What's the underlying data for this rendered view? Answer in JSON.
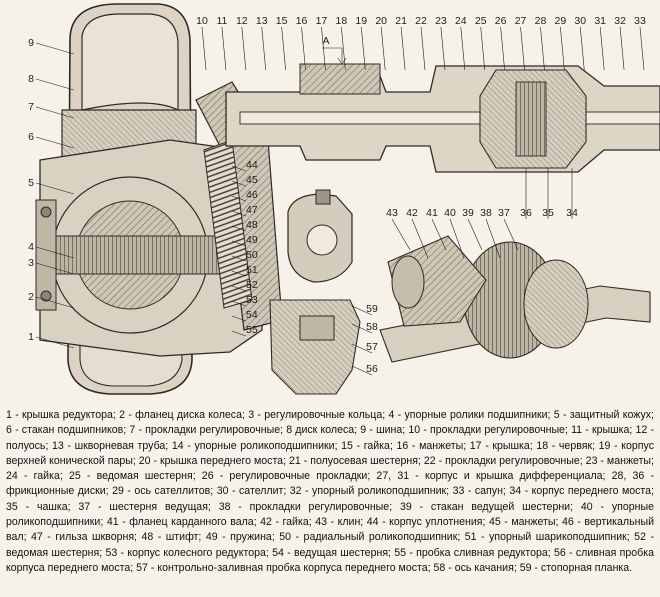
{
  "callouts": {
    "left": [
      "9",
      "8",
      "7",
      "6",
      "5",
      "4",
      "3",
      "2",
      "1"
    ],
    "top": [
      "10",
      "11",
      "12",
      "13",
      "15",
      "16",
      "17",
      "18",
      "19",
      "20",
      "21",
      "22",
      "23",
      "24",
      "25",
      "26",
      "27",
      "28",
      "29",
      "30",
      "31",
      "32",
      "33"
    ],
    "side": [
      "44",
      "45",
      "46",
      "47",
      "48",
      "49",
      "50",
      "51",
      "52",
      "53",
      "54",
      "55"
    ],
    "lower_right": [
      "36",
      "35",
      "34"
    ],
    "gear": [
      "43",
      "42",
      "41",
      "40",
      "39",
      "38",
      "37"
    ],
    "small": [
      "59",
      "58",
      "57",
      "56"
    ],
    "section_mark": "A"
  },
  "legend": "1 - крышка редуктора; 2 - фланец диска колеса; 3 - регулировочные кольца; 4 - упорные ролики подшипники; 5 - защитный кожух; 6 - стакан подшипников; 7 - прокладки регулировочные; 8 диск колеса; 9 - шина; 10 - прокладки регулировочные; 11 - крышка; 12 - полуось; 13 - шкворневая труба; 14 - упорные роликоподшипники; 15 - гайка; 16 - манжеты; 17 - крышка; 18 - червяк; 19 - корпус верхней конической пары; 20 - крышка переднего моста; 21 - полуосевая шестерня; 22 - прокладки регулировочные; 23 - манжеты; 24 - гайка; 25 - ведомая шестерня; 26 - регулировочные прокладки; 27, 31 - корпус и крышка дифференциала; 28, 36 - фрикционные диски; 29 - ось сателлитов; 30 - сателлит; 32 - упорный роликоподшипник; 33 - сапун; 34 - корпус переднего моста; 35 - чашка; 37 - шестерня ведущая; 38 - прокладки регулировочные; 39 - стакан ведущей шестерни; 40 - упорные роликоподшипники; 41 - фланец карданного вала; 42 - гайка; 43 - клин; 44 - корпус уплотнения; 45 - манжеты; 46 - вертикальный вал; 47 - гильза шкворня; 48 - штифт; 49 - пружина; 50 - радиальный роликоподшипник; 51 - упорный шарикоподшипник; 52 - ведомая шестерня; 53 - корпус колесного редуктора; 54 - ведущая шестерня; 55 - пробка сливная редуктора; 56 - сливная пробка корпуса переднего моста; 57 - контрольно-заливная пробка корпуса переднего моста; 58 - ось качания; 59 - стопорная планка."
}
